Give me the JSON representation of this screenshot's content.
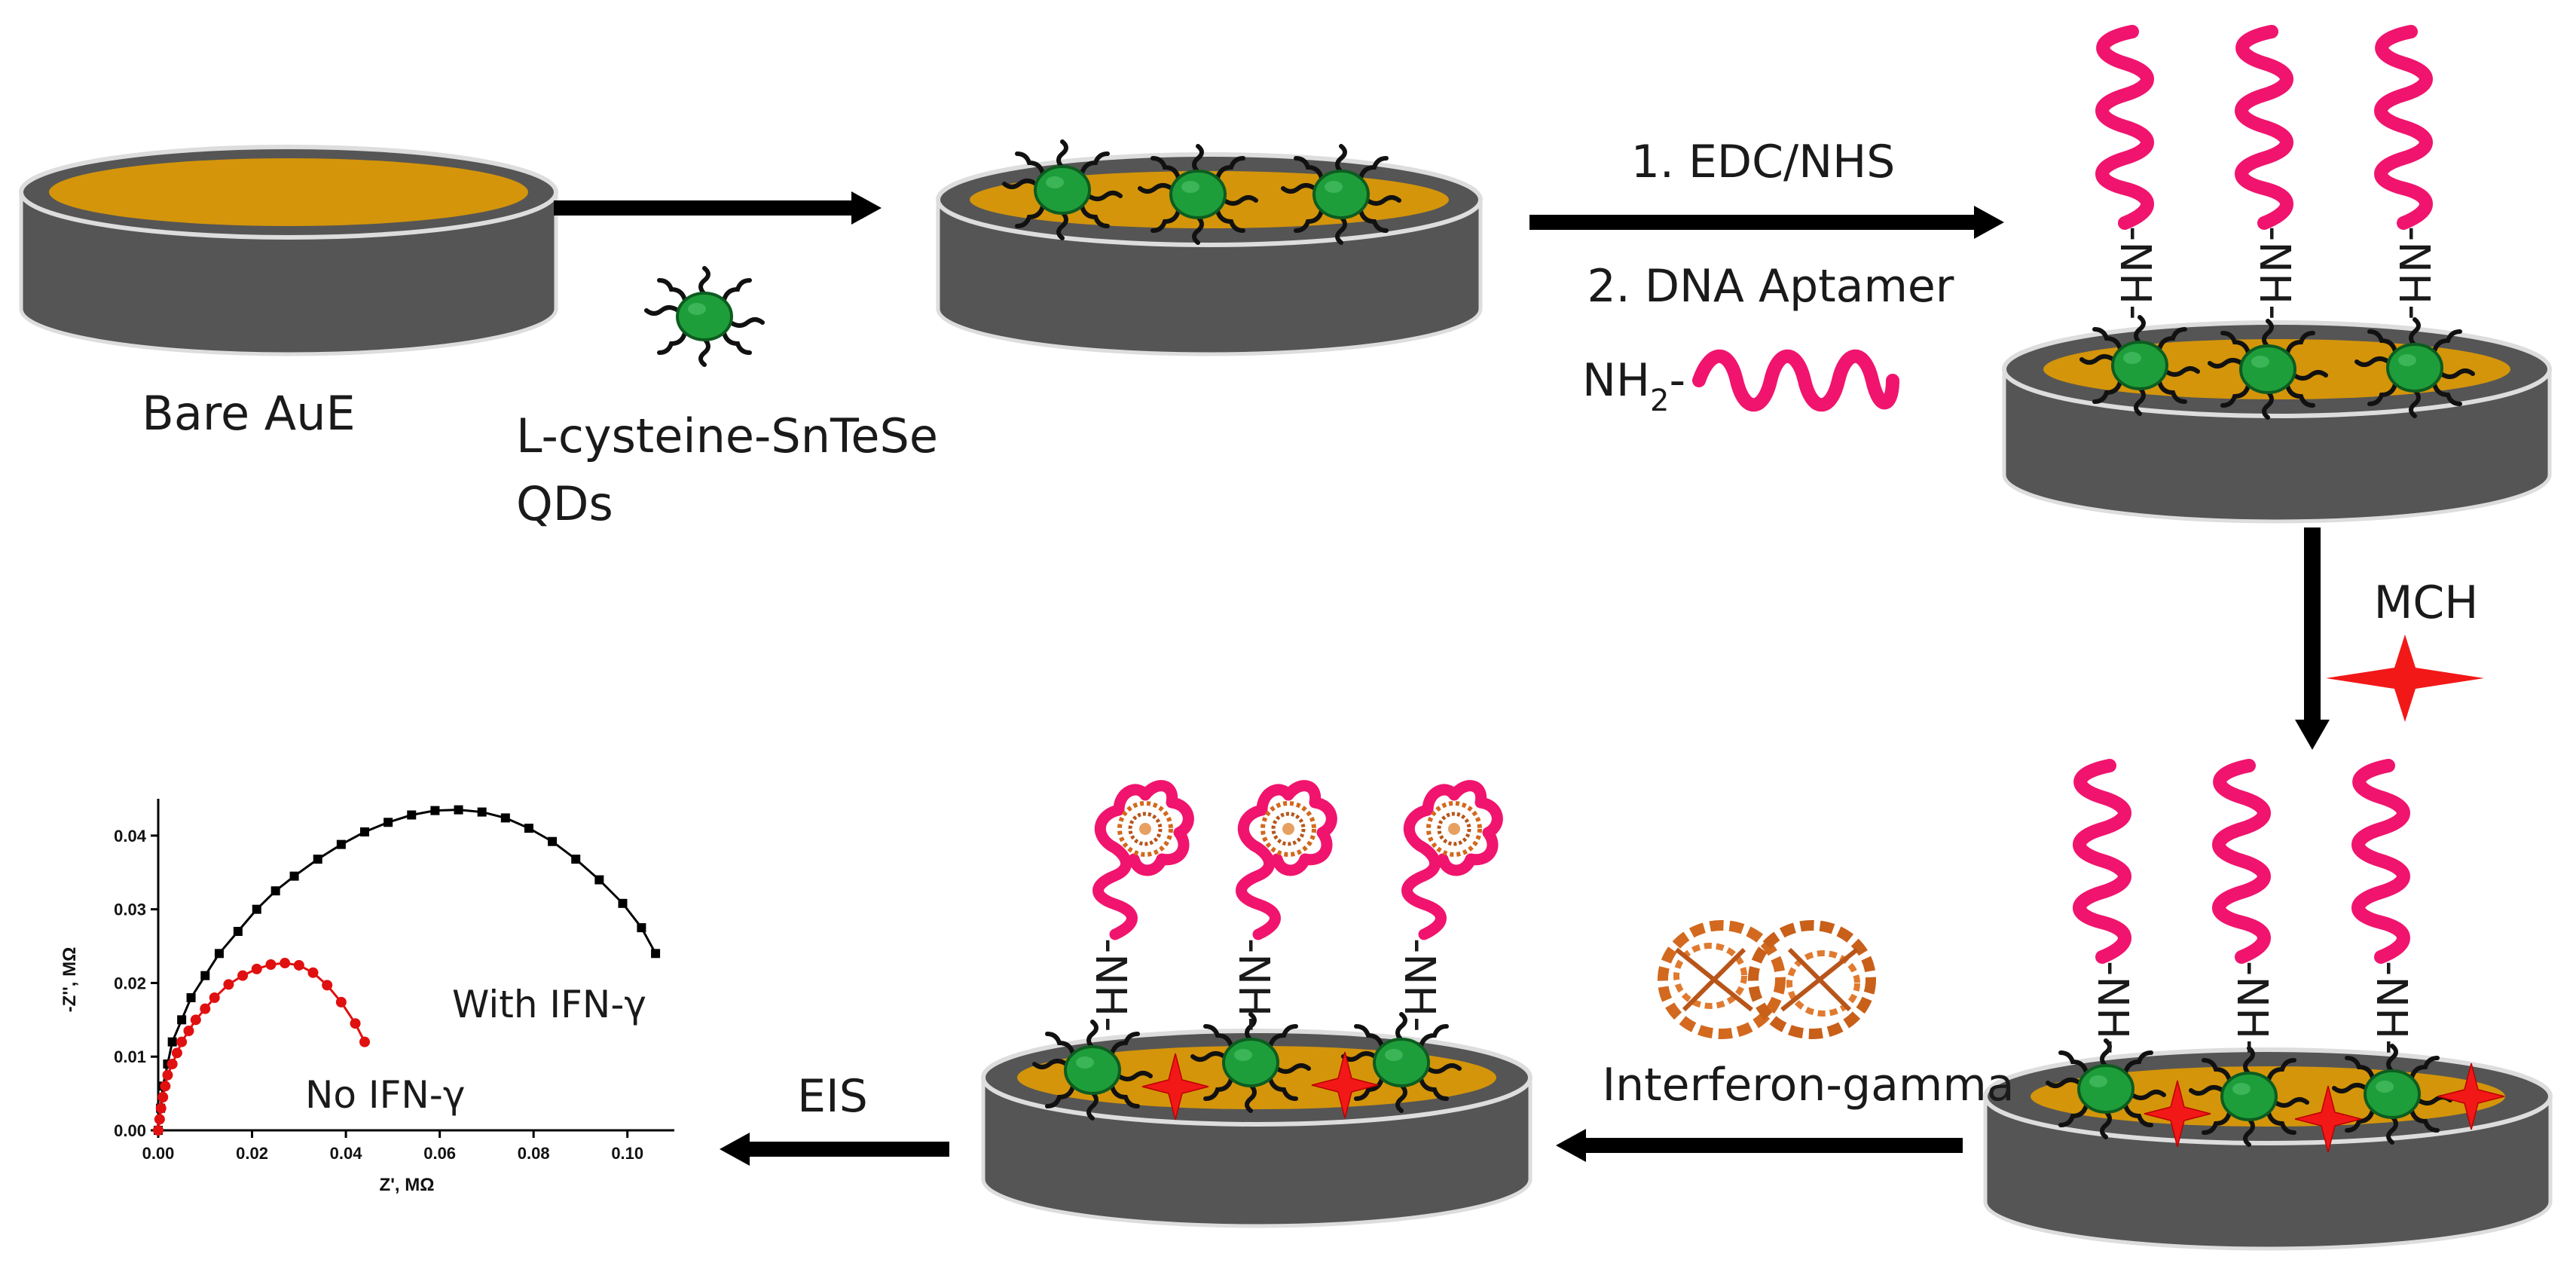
{
  "steps": {
    "bare_label": "Bare AuE",
    "qd_label_line1": "L-cysteine-SnTeSe",
    "qd_label_line2": "QDs",
    "step2_label1": "1. EDC/NHS",
    "step2_label2": "2. DNA Aptamer",
    "nh2_label": "NH",
    "nh2_sub": "2",
    "nh2_dash": "-",
    "nh_label": "-NH-",
    "mch_label": "MCH",
    "ifn_label": "Interferon-gamma",
    "eis_label": "EIS"
  },
  "colors": {
    "gold": "#D4950A",
    "electrode_body": "#555555",
    "qd": "#1E9E3A",
    "aptamer": "#F0146E",
    "mch_star": "#F21818",
    "protein": "#D2691E"
  },
  "chart_data": {
    "type": "scatter",
    "xlabel": "Z', MΩ",
    "ylabel": "-Z'', MΩ",
    "xlim": [
      0,
      0.11
    ],
    "ylim": [
      0,
      0.045
    ],
    "xticks": [
      "0.00",
      "0.02",
      "0.04",
      "0.06",
      "0.08",
      "0.10"
    ],
    "yticks": [
      "0.00",
      "0.01",
      "0.02",
      "0.03",
      "0.04"
    ],
    "grid": false,
    "series": [
      {
        "name": "With IFN-γ",
        "color": "#000000",
        "marker": "square",
        "x": [
          0.0,
          0.0005,
          0.001,
          0.002,
          0.003,
          0.005,
          0.007,
          0.01,
          0.013,
          0.017,
          0.021,
          0.025,
          0.029,
          0.034,
          0.039,
          0.044,
          0.049,
          0.054,
          0.059,
          0.064,
          0.069,
          0.074,
          0.079,
          0.084,
          0.089,
          0.094,
          0.099,
          0.103,
          0.106
        ],
        "y": [
          0.0,
          0.003,
          0.006,
          0.009,
          0.012,
          0.015,
          0.018,
          0.021,
          0.024,
          0.027,
          0.03,
          0.0325,
          0.0345,
          0.0368,
          0.0388,
          0.0405,
          0.0418,
          0.0428,
          0.0434,
          0.0435,
          0.0432,
          0.0424,
          0.041,
          0.0392,
          0.0368,
          0.034,
          0.0308,
          0.0275,
          0.024
        ]
      },
      {
        "name": "No IFN-γ",
        "color": "#E01010",
        "marker": "circle",
        "x": [
          0.0,
          0.0003,
          0.0006,
          0.001,
          0.0015,
          0.002,
          0.003,
          0.004,
          0.005,
          0.0065,
          0.008,
          0.01,
          0.012,
          0.015,
          0.018,
          0.021,
          0.024,
          0.027,
          0.03,
          0.033,
          0.036,
          0.039,
          0.042,
          0.044
        ],
        "y": [
          0.0,
          0.0015,
          0.003,
          0.0045,
          0.006,
          0.0075,
          0.009,
          0.0105,
          0.012,
          0.0135,
          0.015,
          0.0165,
          0.018,
          0.0198,
          0.021,
          0.0219,
          0.0225,
          0.0227,
          0.0224,
          0.0214,
          0.0197,
          0.0174,
          0.0145,
          0.012
        ]
      }
    ],
    "annotations": [
      "With IFN-γ",
      "No IFN-γ"
    ]
  }
}
